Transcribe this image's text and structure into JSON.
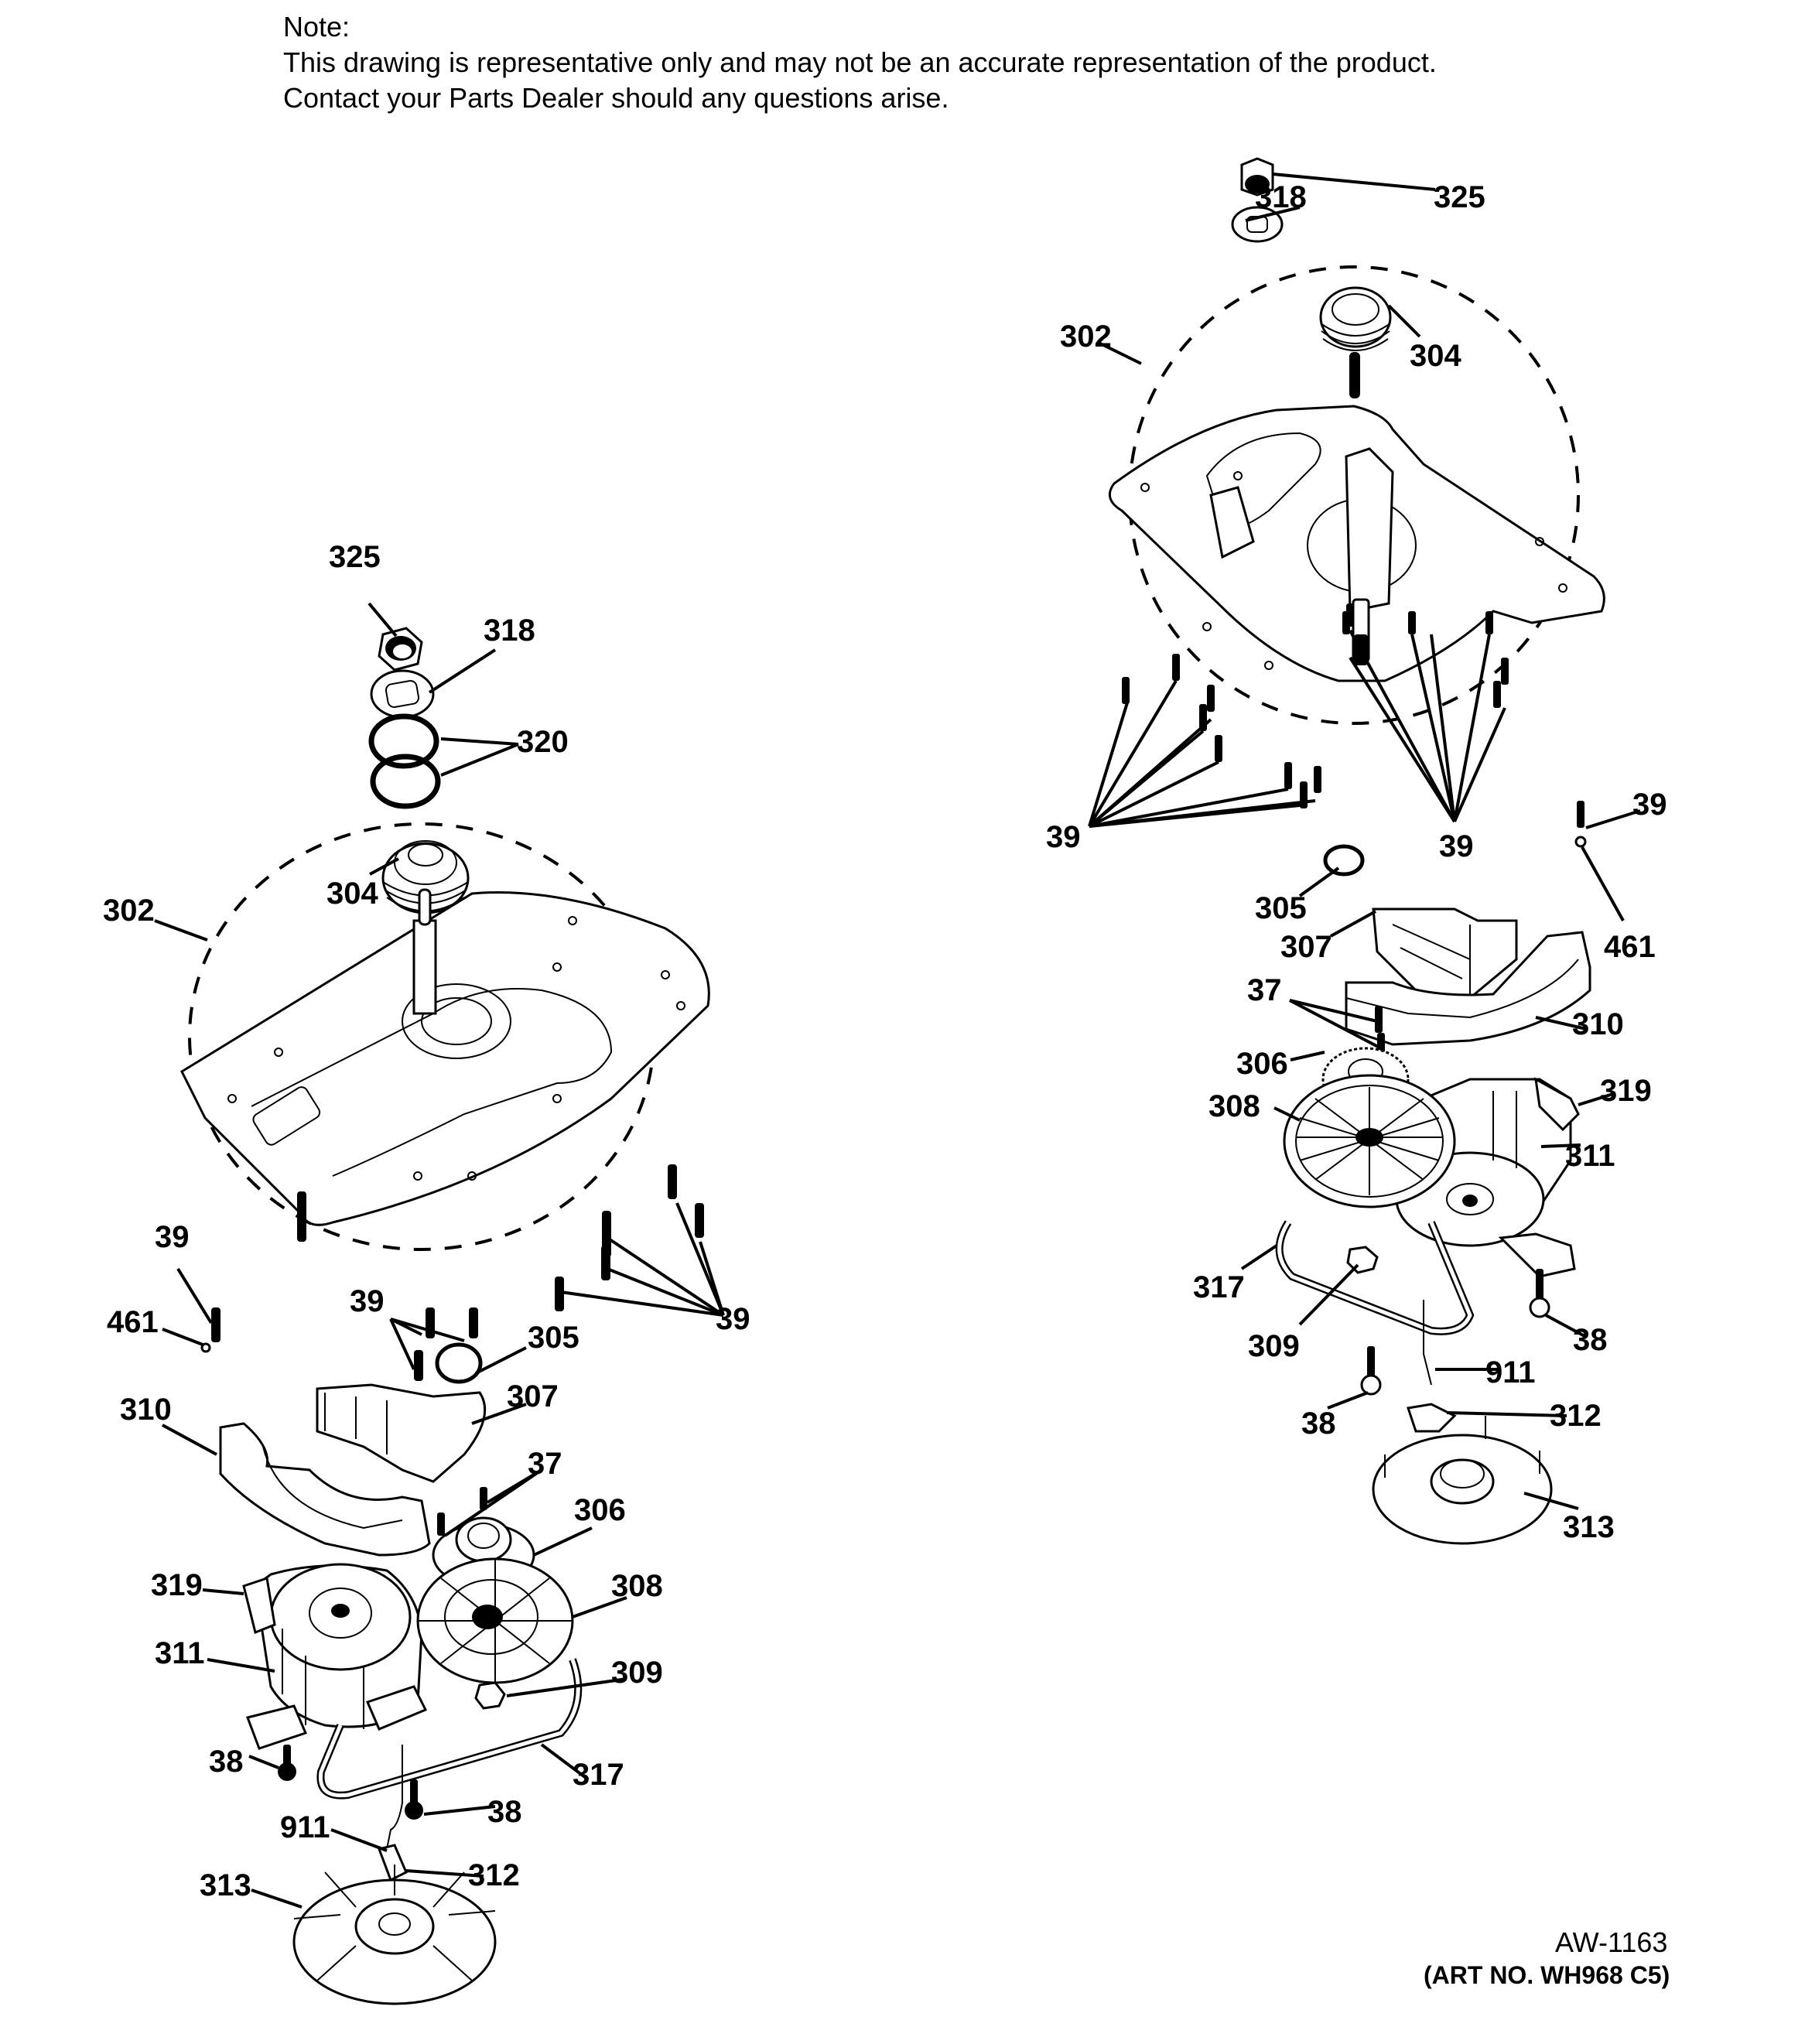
{
  "note": {
    "heading": "Note:",
    "line1": "This drawing is representative only and may not be an accurate representation of the product.",
    "line2": "Contact your Parts Dealer should any questions arise."
  },
  "left_assembly": {
    "labels": {
      "nut": "325",
      "washer": "318",
      "rings": "320",
      "seal": "304",
      "mount_plate": "302",
      "screw_a": "39",
      "clip": "461",
      "screw_b": "39",
      "spring": "305",
      "screw_c": "39",
      "shifter": "307",
      "cover": "310",
      "screw_d": "37",
      "coupling": "306",
      "bracket": "319",
      "pulley": "308",
      "motor": "311",
      "nut_small": "309",
      "bolt_a": "38",
      "belt": "317",
      "bolt_b": "38",
      "harness": "911",
      "switch": "312",
      "fan": "313"
    }
  },
  "right_assembly": {
    "labels": {
      "washer": "318",
      "nut": "325",
      "mount_plate": "302",
      "seal": "304",
      "screw_a": "39",
      "screw_b": "39",
      "screw_c": "39",
      "clip": "461",
      "spring": "305",
      "shifter": "307",
      "screw_d": "37",
      "cover": "310",
      "coupling": "306",
      "bracket": "319",
      "pulley": "308",
      "motor": "311",
      "belt": "317",
      "nut_small": "309",
      "bolt_a": "38",
      "harness": "911",
      "bolt_b": "38",
      "switch": "312",
      "fan": "313"
    }
  },
  "footer": {
    "drawing_code": "AW-1163",
    "art_number": "(ART NO. WH968 C5)"
  }
}
